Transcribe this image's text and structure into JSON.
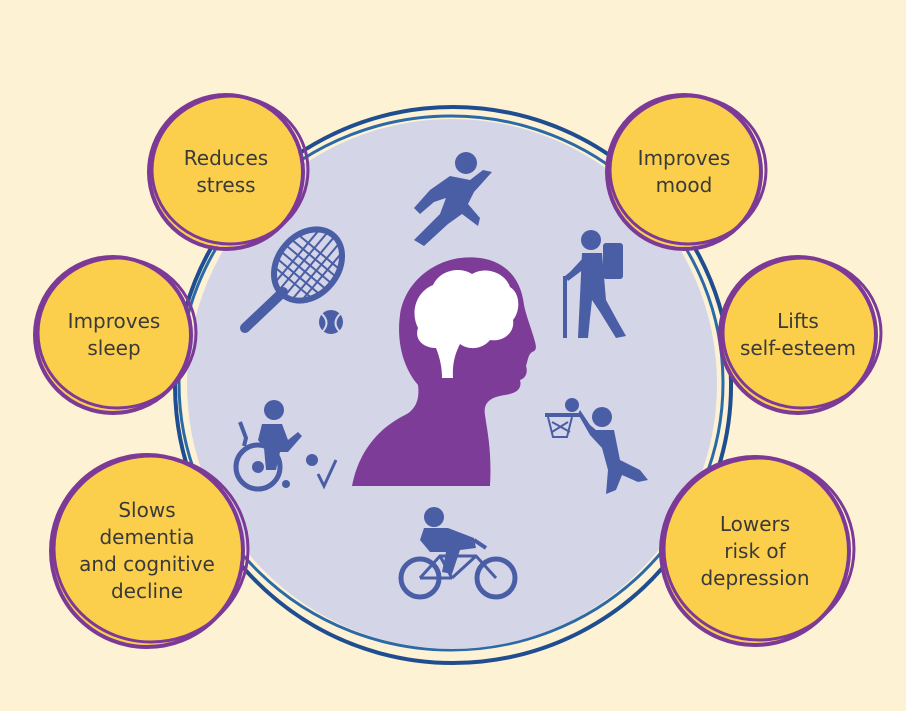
{
  "background_color": "#fdf3d4",
  "colors": {
    "big_circle_fill": "#d5d5e8",
    "big_circle_ring": "#1f4d8f",
    "big_circle_ring_2": "#2b6aa6",
    "bubble_fill": "#fbcf4b",
    "bubble_ring": "#7c3a96",
    "head_fill": "#7d3c98",
    "brain_fill": "#ffffff",
    "activity_icon_fill": "#4a5ea6",
    "text": "#3a3a3a"
  },
  "benefits": [
    {
      "id": "reduces-stress",
      "lines": [
        "Reduces",
        "stress"
      ]
    },
    {
      "id": "improves-mood",
      "lines": [
        "Improves",
        "mood"
      ]
    },
    {
      "id": "improves-sleep",
      "lines": [
        "Improves",
        "sleep"
      ]
    },
    {
      "id": "lifts-self-esteem",
      "lines": [
        "Lifts",
        "self-esteem"
      ]
    },
    {
      "id": "slows-dementia",
      "lines": [
        "Slows",
        "dementia",
        "and cognitive",
        "decline"
      ]
    },
    {
      "id": "lowers-risk-of-depression",
      "lines": [
        "Lowers",
        "risk of",
        "depression"
      ]
    }
  ],
  "activity_icons": [
    "runner-icon",
    "tennis-racket-icon",
    "hiker-icon",
    "basketball-player-icon",
    "wheelchair-athlete-icon",
    "cyclist-icon"
  ],
  "center_icon": "head-with-brain-icon"
}
